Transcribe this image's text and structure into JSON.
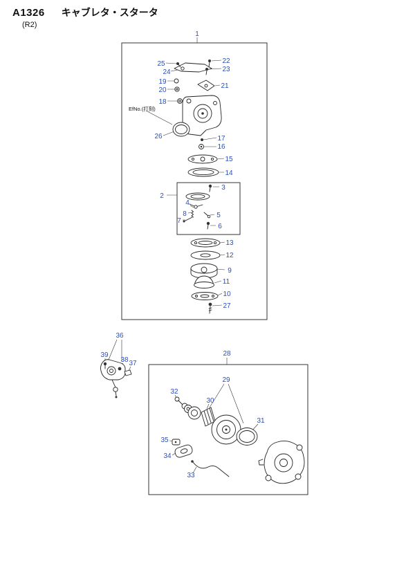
{
  "page": {
    "code": "A1326",
    "title": "キャブレタ・スタータ",
    "revision": "(R2)"
  },
  "notes": {
    "stamp": "EfNo.(打刻)"
  },
  "colors": {
    "callout_blue": "#2a4fb8",
    "line_black": "#222222",
    "background": "#ffffff"
  },
  "callouts": {
    "n1": "1",
    "n2": "2",
    "n3": "3",
    "n4": "4",
    "n5": "5",
    "n6": "6",
    "n7": "7",
    "n8": "8",
    "n9": "9",
    "n10": "10",
    "n11": "11",
    "n12": "12",
    "n13": "13",
    "n14": "14",
    "n15": "15",
    "n16": "16",
    "n17": "17",
    "n18": "18",
    "n19": "19",
    "n20": "20",
    "n21": "21",
    "n22": "22",
    "n23": "23",
    "n24": "24",
    "n25": "25",
    "n26": "26",
    "n27": "27",
    "n28": "28",
    "n29": "29",
    "n30": "30",
    "n31": "31",
    "n32": "32",
    "n33": "33",
    "n34": "34",
    "n35": "35",
    "n36": "36",
    "n37": "37",
    "n38": "38",
    "n39": "39"
  }
}
